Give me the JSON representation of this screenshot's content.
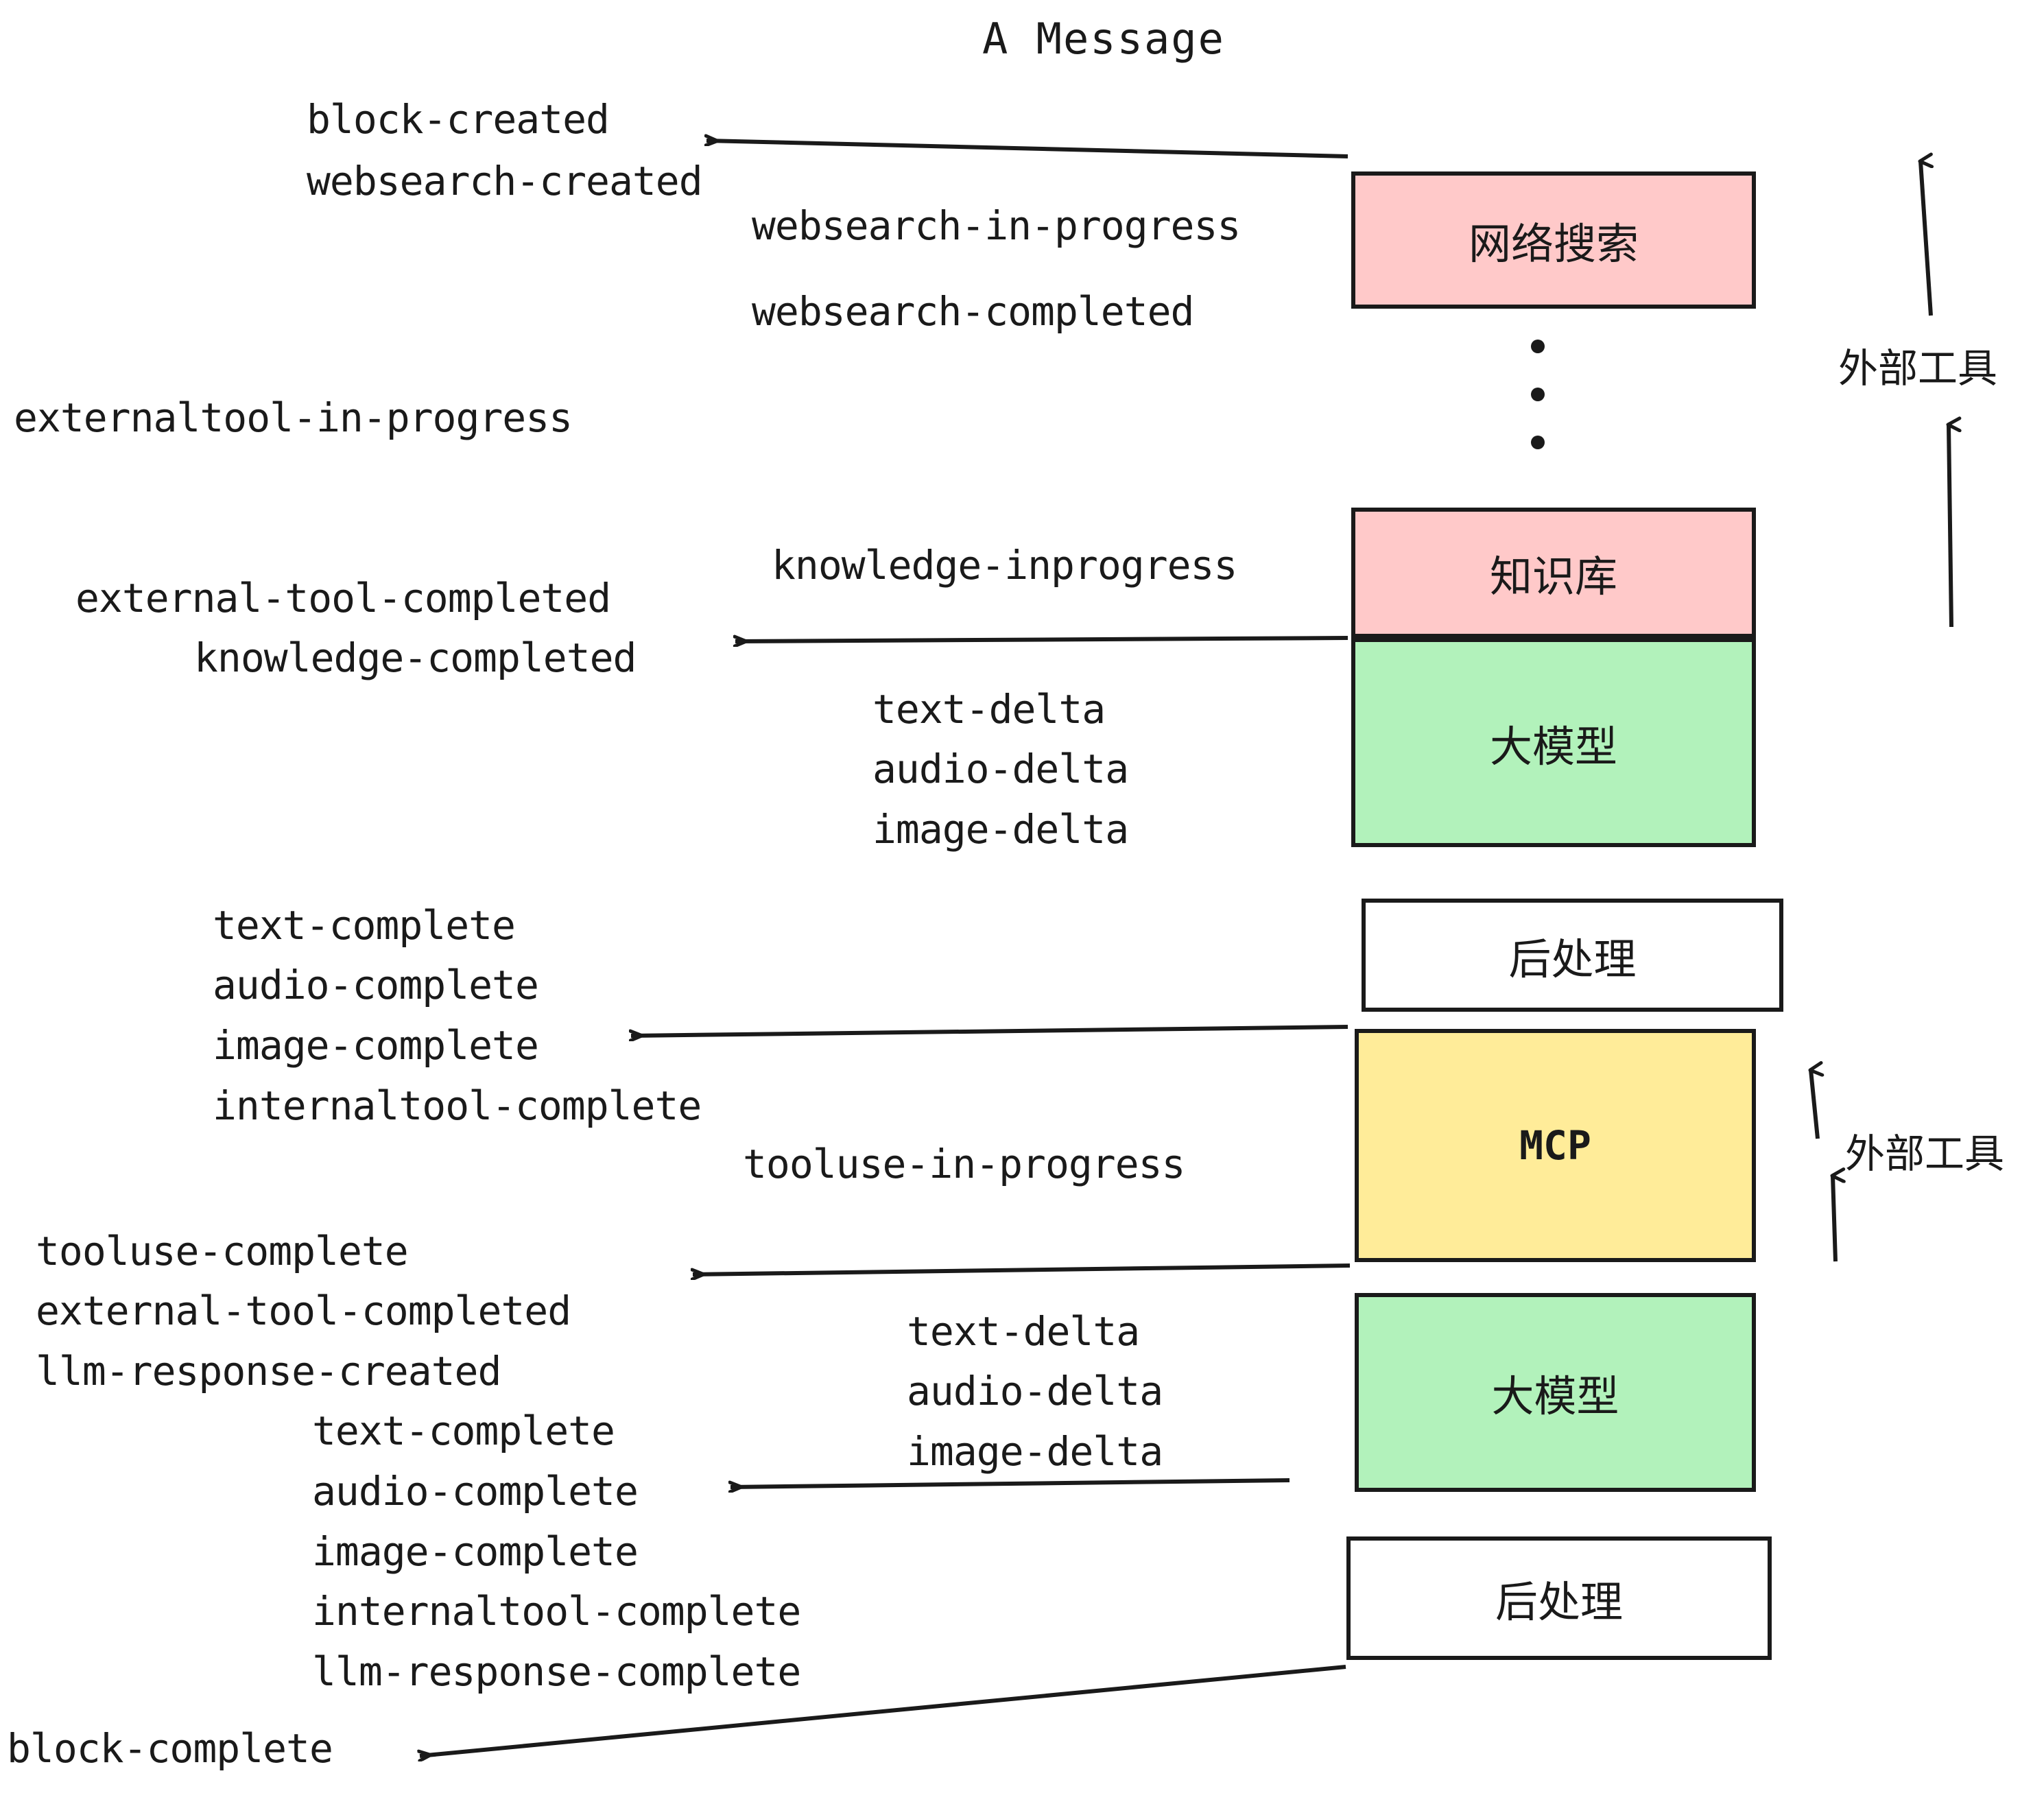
{
  "title": "A Message",
  "colors": {
    "pink": "#FFC9C9",
    "green": "#B2F2BB",
    "yellow": "#FFEC99",
    "white": "#FFFFFF",
    "stroke": "#1A1A1A"
  },
  "boxes": [
    {
      "id": "websearch",
      "label": "网络搜索",
      "fill": "#FFC9C9"
    },
    {
      "id": "knowledge",
      "label": "知识库",
      "fill": "#FFC9C9"
    },
    {
      "id": "llm-upper",
      "label": "大模型",
      "fill": "#B2F2BB"
    },
    {
      "id": "postprocess-upper",
      "label": "后处理",
      "fill": "#FFFFFF"
    },
    {
      "id": "mcp",
      "label": "MCP",
      "fill": "#FFEC99"
    },
    {
      "id": "llm-lower",
      "label": "大模型",
      "fill": "#B2F2BB"
    },
    {
      "id": "postprocess-lower",
      "label": "后处理",
      "fill": "#FFFFFF"
    }
  ],
  "side_annotations": [
    {
      "id": "external-tool-upper",
      "label": "外部工具"
    },
    {
      "id": "external-tool-lower",
      "label": "外部工具"
    }
  ],
  "events": {
    "block_created": "block-created",
    "websearch_created": "websearch-created",
    "websearch_in_progress": "websearch-in-progress",
    "websearch_completed": "websearch-completed",
    "externaltool_in_progress": "externaltool-in-progress",
    "knowledge_inprogress": "knowledge-inprogress",
    "external_tool_completed_1": "external-tool-completed",
    "knowledge_completed": "knowledge-completed",
    "text_delta_1": "text-delta",
    "audio_delta_1": "audio-delta",
    "image_delta_1": "image-delta",
    "text_complete_1": "text-complete",
    "audio_complete_1": "audio-complete",
    "image_complete_1": "image-complete",
    "internaltool_complete_1": "internaltool-complete",
    "tooluse_in_progress": "tooluse-in-progress",
    "tooluse_complete": "tooluse-complete",
    "external_tool_completed_2": "external-tool-completed",
    "llm_response_created": "llm-response-created",
    "text_delta_2": "text-delta",
    "audio_delta_2": "audio-delta",
    "image_delta_2": "image-delta",
    "text_complete_2": "text-complete",
    "audio_complete_2": "audio-complete",
    "image_complete_2": "image-complete",
    "internaltool_complete_2": "internaltool-complete",
    "llm_response_complete": "llm-response-complete",
    "block_complete": "block-complete"
  }
}
